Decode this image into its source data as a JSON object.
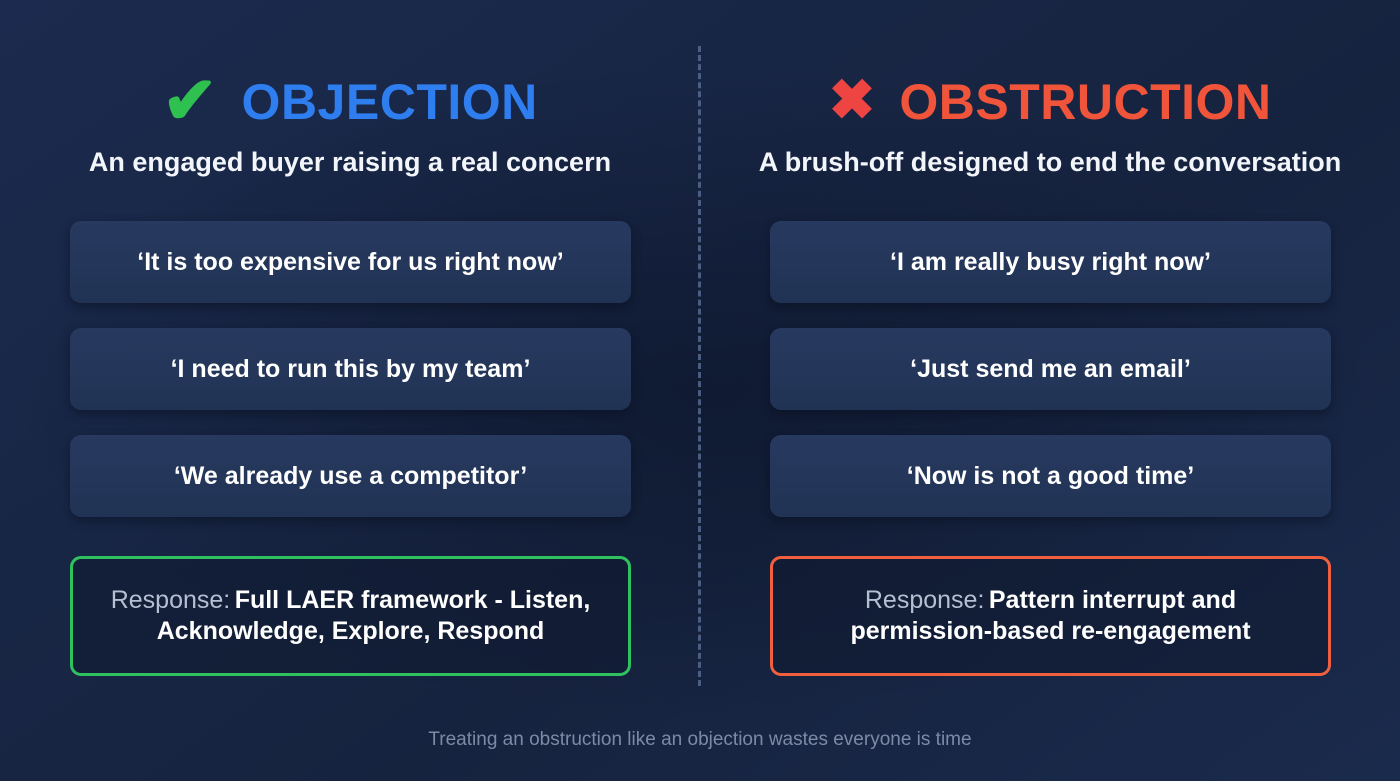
{
  "footer": {
    "note": "Treating an obstruction like an objection wastes everyone is time"
  },
  "divider": {
    "style": "dashed-vertical",
    "color": "#55688f"
  },
  "colors": {
    "background_start": "#1b2a4e",
    "background_end": "#16233f",
    "card_fill": "#27395f",
    "objection_blue": "#2F7EF0",
    "obstruction_orange": "#F0543A",
    "check_green": "#2FC14F",
    "cross_red": "#EE4442",
    "response_green_border": "#2FC160",
    "response_orange_border": "#F0603F",
    "footer_text": "#7d8aa6"
  },
  "columns": [
    {
      "id": "objection",
      "icon": "check-icon",
      "icon_glyph": "✔",
      "title": "OBJECTION",
      "subtitle": "An engaged buyer raising a real concern",
      "cards": [
        "‘It is too expensive for us right now’",
        "‘I need to run this by my team’",
        "‘We already use a competitor’"
      ],
      "response": {
        "label": "Response:",
        "text": "Full LAER framework - Listen, Acknowledge, Explore, Respond"
      }
    },
    {
      "id": "obstruction",
      "icon": "cross-icon",
      "icon_glyph": "✖",
      "title": "OBSTRUCTION",
      "subtitle": "A brush-off designed to end the conversation",
      "cards": [
        "‘I am really busy right now’",
        "‘Just send me an email’",
        "‘Now is not a good time’"
      ],
      "response": {
        "label": "Response:",
        "text": "Pattern interrupt and permission-based re-engagement"
      }
    }
  ]
}
